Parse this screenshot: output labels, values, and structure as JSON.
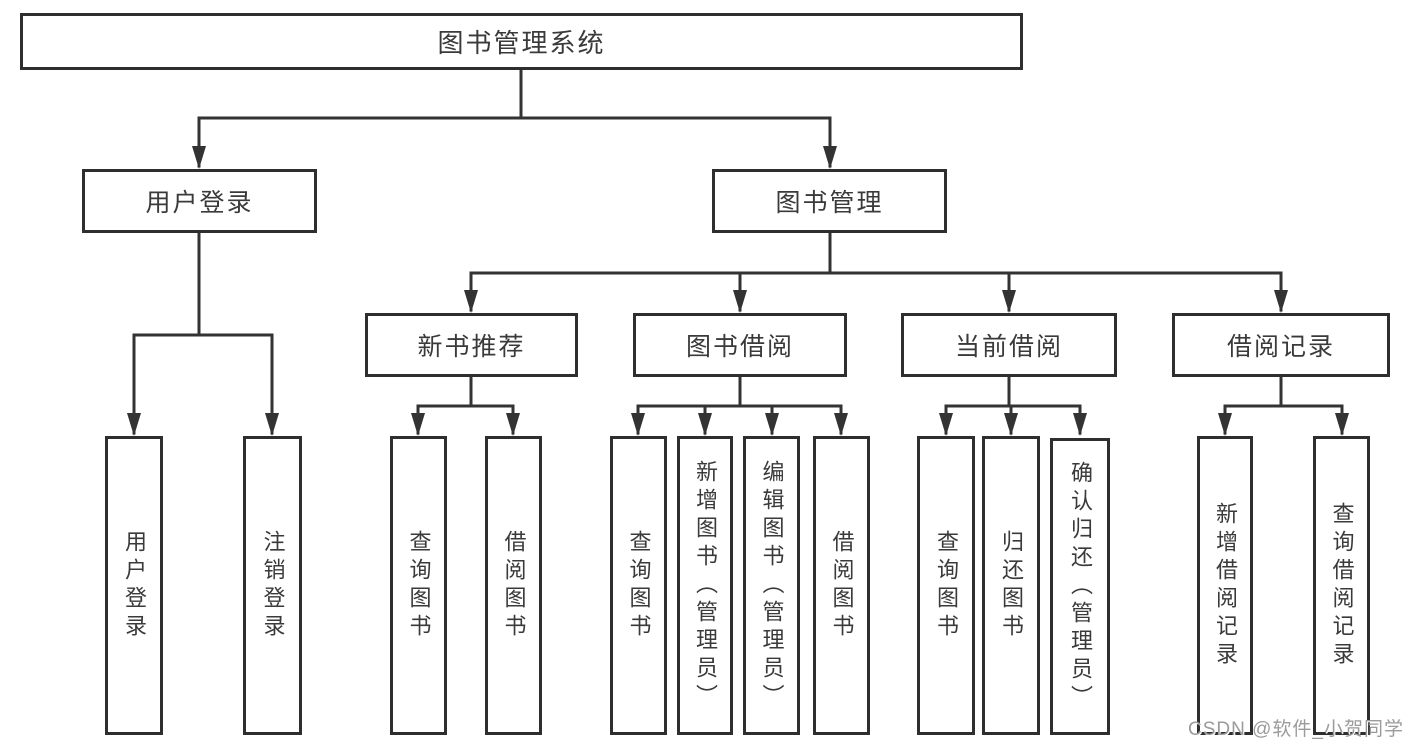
{
  "diagram": {
    "title": "图书管理系统",
    "level2": [
      {
        "label": "用户登录"
      },
      {
        "label": "图书管理"
      }
    ],
    "level3": [
      {
        "label": "新书推荐",
        "parent": "图书管理"
      },
      {
        "label": "图书借阅",
        "parent": "图书管理"
      },
      {
        "label": "当前借阅",
        "parent": "图书管理"
      },
      {
        "label": "借阅记录",
        "parent": "图书管理"
      }
    ],
    "leaves": [
      {
        "label": "用户登录",
        "parent": "用户登录"
      },
      {
        "label": "注销登录",
        "parent": "用户登录"
      },
      {
        "label": "查询图书",
        "parent": "新书推荐"
      },
      {
        "label": "借阅图书",
        "parent": "新书推荐"
      },
      {
        "label": "查询图书",
        "parent": "图书借阅"
      },
      {
        "label": "新增图书（管理员）",
        "parent": "图书借阅"
      },
      {
        "label": "编辑图书（管理员）",
        "parent": "图书借阅"
      },
      {
        "label": "借阅图书",
        "parent": "图书借阅"
      },
      {
        "label": "查询图书",
        "parent": "当前借阅"
      },
      {
        "label": "归还图书",
        "parent": "当前借阅"
      },
      {
        "label": "确认归还（管理员）",
        "parent": "当前借阅"
      },
      {
        "label": "新增借阅记录",
        "parent": "借阅记录"
      },
      {
        "label": "查询借阅记录",
        "parent": "借阅记录"
      }
    ]
  },
  "watermark": {
    "text": "CSDN @软件_小贺同学"
  },
  "colors": {
    "line": "#333333",
    "box_border": "#2e2e2e",
    "text": "#3a3a3a",
    "watermark_text": "#9b9b9b",
    "background": "#ffffff"
  }
}
